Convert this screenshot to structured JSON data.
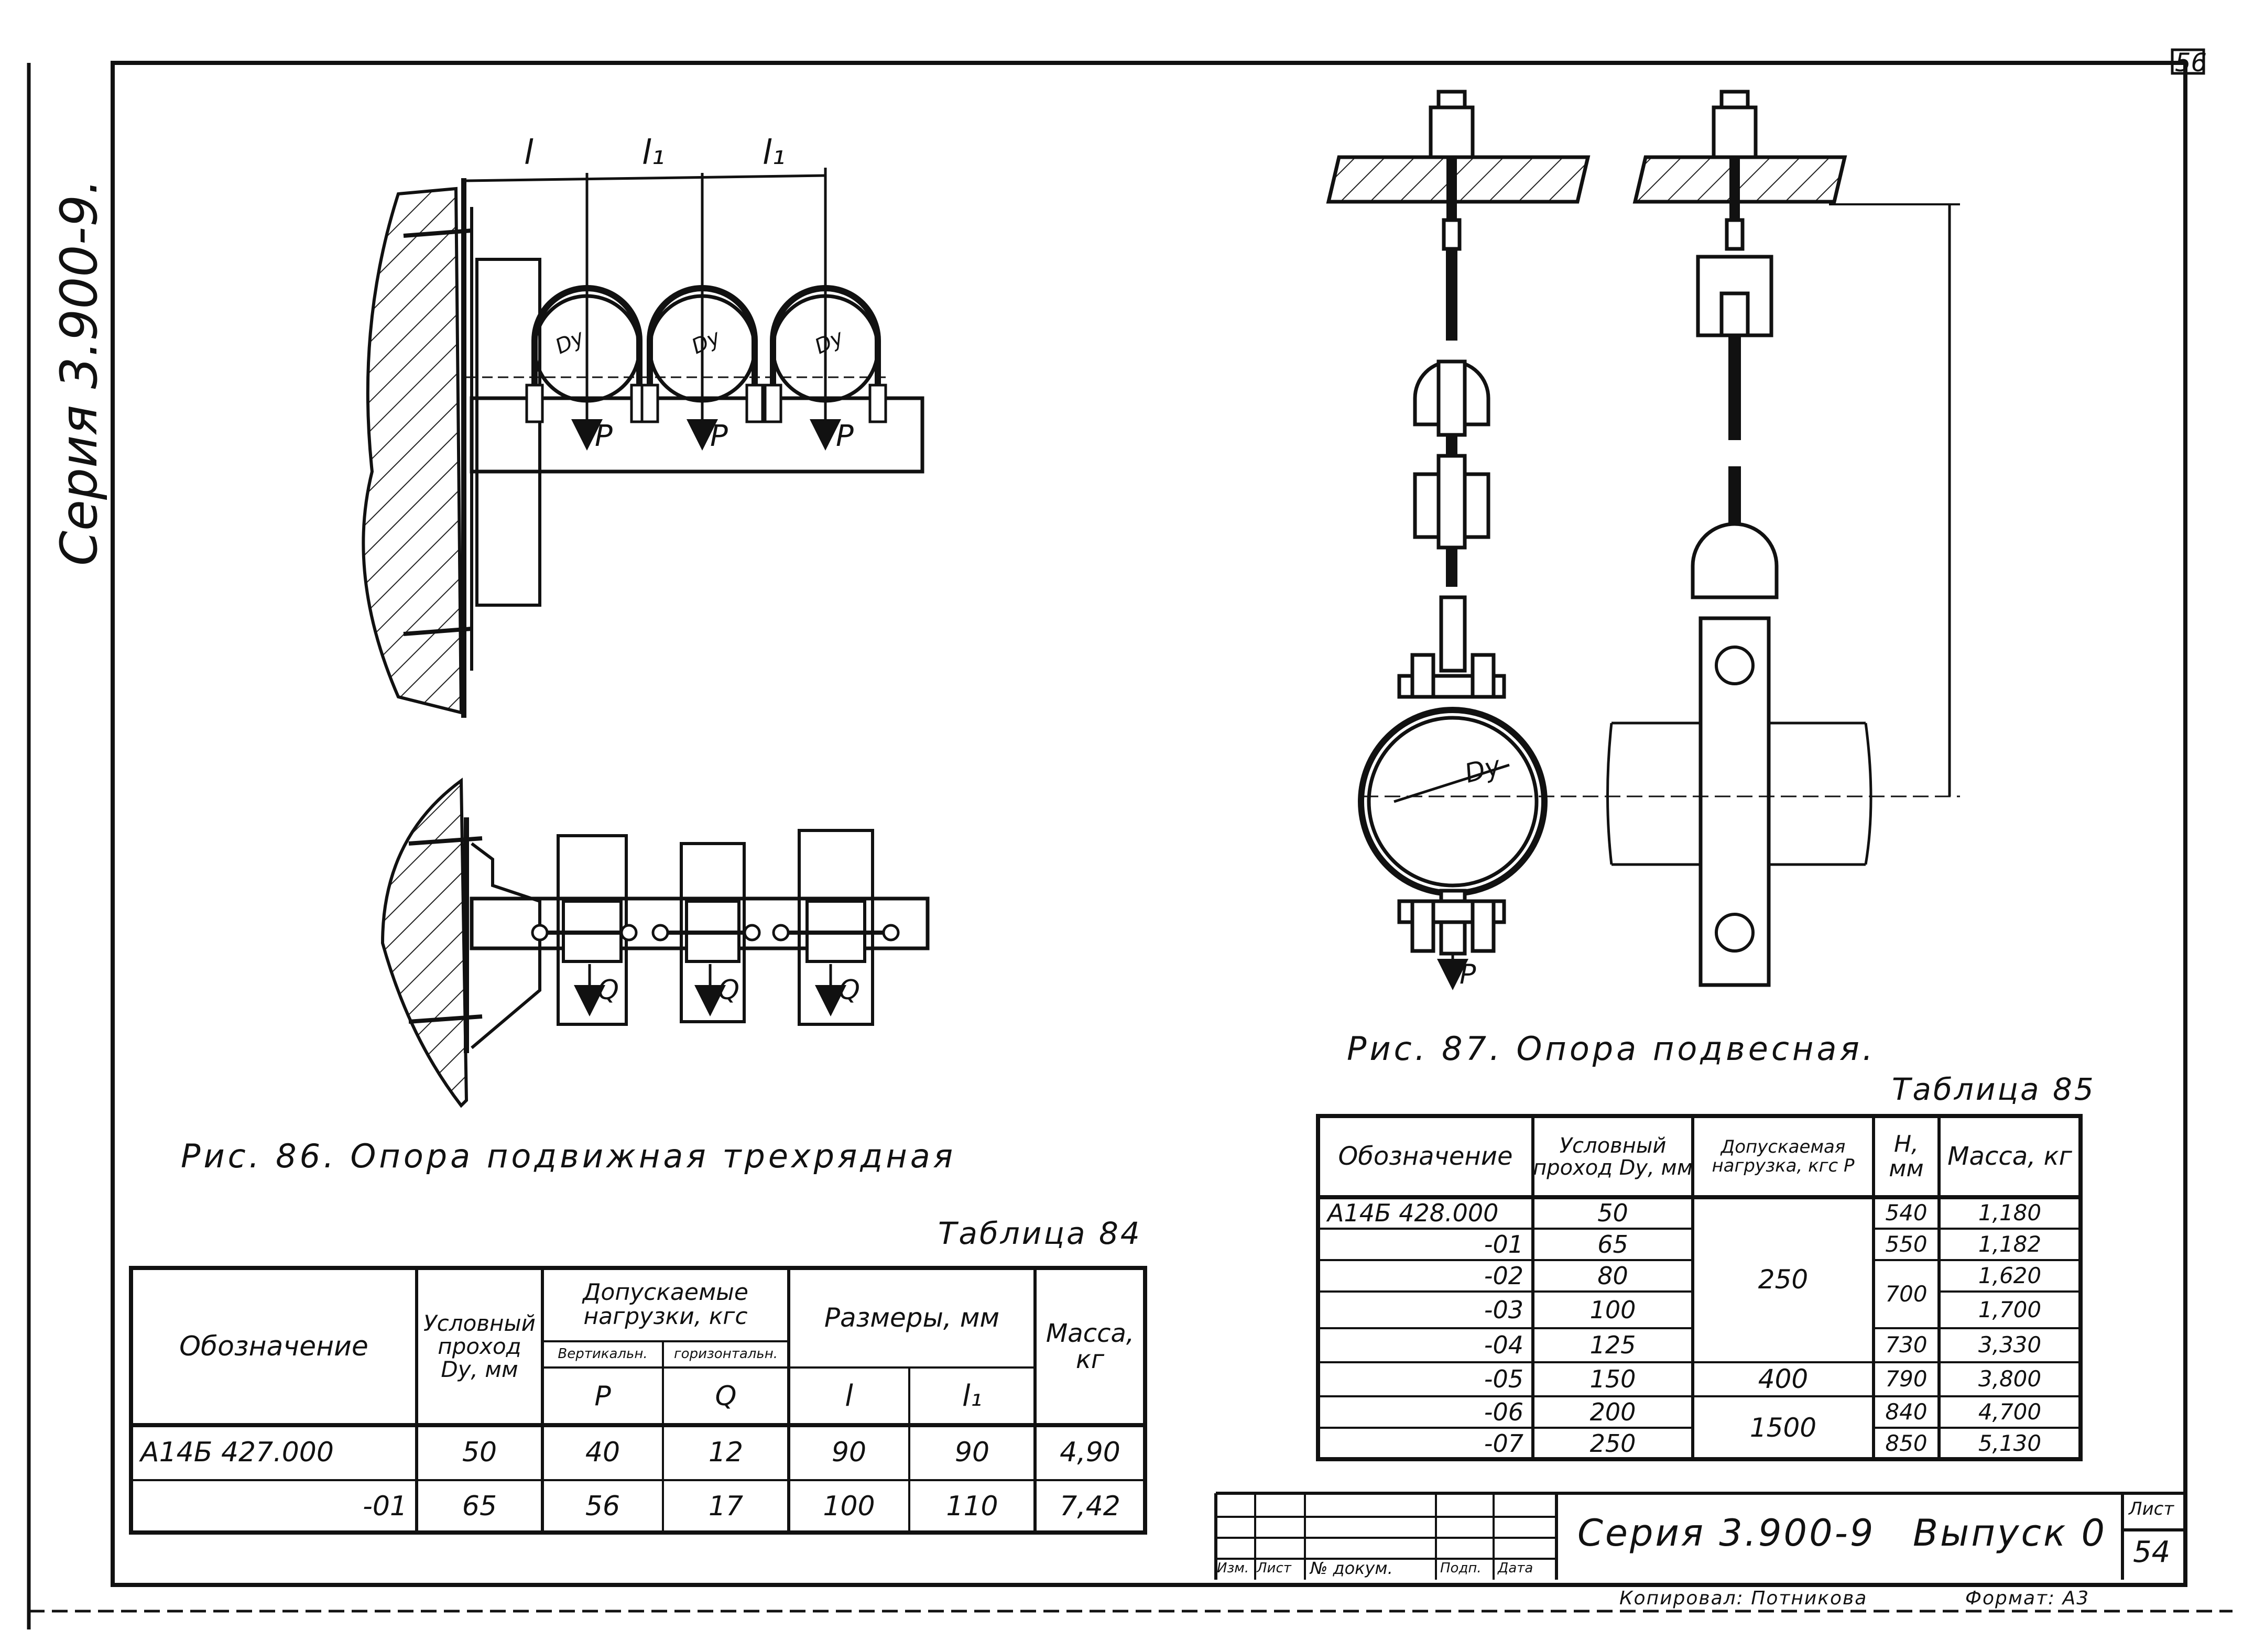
{
  "page_number": "56",
  "side_label": "Серия 3.900-9.",
  "fig86": {
    "caption": "Рис. 86. Опора подвижная трехрядная",
    "dim_l": "l",
    "dim_l1_a": "l₁",
    "dim_l1_b": "l₁",
    "dy": "Dу",
    "p": "P",
    "q": "Q"
  },
  "fig87": {
    "caption": "Рис. 87. Опора подвесная.",
    "dy": "Dу",
    "p": "P"
  },
  "table84": {
    "label": "Таблица 84",
    "h_designation": "Обозначение",
    "h_dy": "Условный проход Dу, мм",
    "h_loads": "Допускаемые нагрузки, кгс",
    "h_vertical": "Вертикальн.",
    "h_horizontal": "горизонтальн.",
    "h_p": "P",
    "h_q": "Q",
    "h_sizes": "Размеры, мм",
    "h_l": "l",
    "h_l1": "l₁",
    "h_mass": "Масса, кг",
    "rows": [
      {
        "designation": "А14Б 427.000",
        "dy": "50",
        "p": "40",
        "q": "12",
        "l": "90",
        "l1": "90",
        "mass": "4,90"
      },
      {
        "designation": "-01",
        "dy": "65",
        "p": "56",
        "q": "17",
        "l": "100",
        "l1": "110",
        "mass": "7,42"
      }
    ]
  },
  "table85": {
    "label": "Таблица 85",
    "h_designation": "Обозначение",
    "h_dy": "Условный проход Dу, мм",
    "h_load": "Допускаемая нагрузка, кгс P",
    "h_h": "H, мм",
    "h_mass": "Масса, кг",
    "rows": [
      {
        "designation": "А14Б 428.000",
        "dy": "50",
        "h": "540",
        "mass": "1,180"
      },
      {
        "designation": "-01",
        "dy": "65",
        "h": "550",
        "mass": "1,182"
      },
      {
        "designation": "-02",
        "dy": "80",
        "h": "",
        "mass": "1,620"
      },
      {
        "designation": "-03",
        "dy": "100",
        "h": "",
        "mass": "1,700"
      },
      {
        "designation": "-04",
        "dy": "125",
        "h": "730",
        "mass": "3,330"
      },
      {
        "designation": "-05",
        "dy": "150",
        "h": "790",
        "mass": "3,800"
      },
      {
        "designation": "-06",
        "dy": "200",
        "h": "840",
        "mass": "4,700"
      },
      {
        "designation": "-07",
        "dy": "250",
        "h": "850",
        "mass": "5,130"
      }
    ],
    "load_250": "250",
    "load_400": "400",
    "load_1500": "1500",
    "h_700": "700"
  },
  "title_block": {
    "col_izm": "Изм.",
    "col_list": "Лист",
    "col_doc": "№ докум.",
    "col_sign": "Подп.",
    "col_date": "Дата",
    "series": "Серия 3.900-9",
    "issue": "Выпуск 0",
    "sheet_label": "Лист",
    "sheet_no": "54",
    "copied": "Копировал: Потникова",
    "format": "Формат: А3"
  }
}
